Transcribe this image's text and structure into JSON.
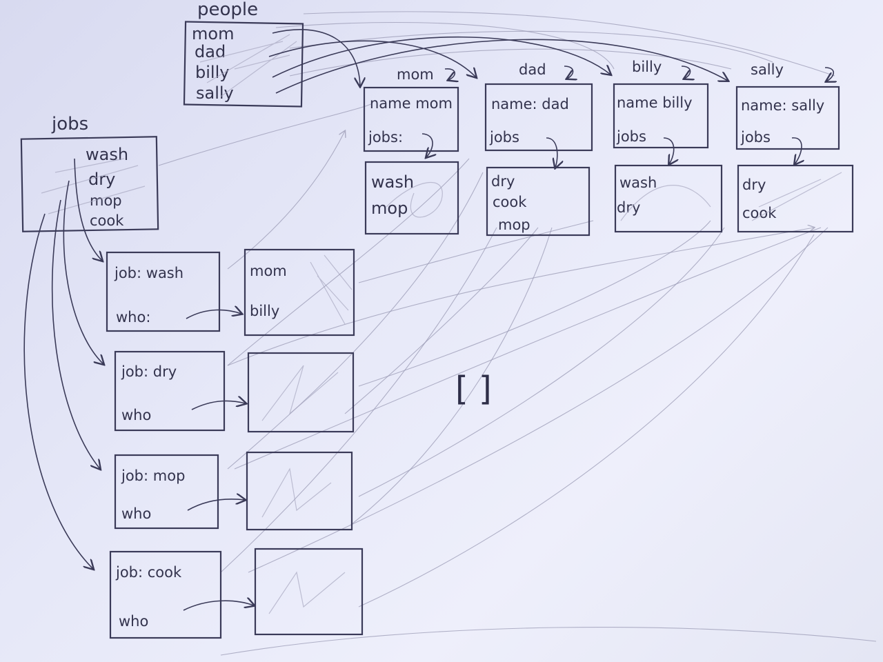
{
  "people": {
    "title": "people",
    "items": [
      "mom",
      "dad",
      "billy",
      "sally"
    ]
  },
  "jobs": {
    "title": "jobs",
    "items": [
      "wash",
      "dry",
      "mop",
      "cook"
    ]
  },
  "persons": [
    {
      "header": "mom",
      "name_line": "name mom",
      "jobs_label": "jobs:",
      "jobs": [
        "wash",
        "mop"
      ]
    },
    {
      "header": "dad",
      "name_line": "name: dad",
      "jobs_label": "jobs",
      "jobs": [
        "dry",
        "cook",
        "mop"
      ]
    },
    {
      "header": "billy",
      "name_line": "name billy",
      "jobs_label": "jobs",
      "jobs": [
        "wash",
        "dry"
      ]
    },
    {
      "header": "sally",
      "name_line": "name: sally",
      "jobs_label": "jobs",
      "jobs": [
        "dry",
        "cook"
      ]
    }
  ],
  "job_records": [
    {
      "job_line": "job: wash",
      "who_label": "who:",
      "who": [
        "mom",
        "billy"
      ]
    },
    {
      "job_line": "job: dry",
      "who_label": "who",
      "who": []
    },
    {
      "job_line": "job: mop",
      "who_label": "who",
      "who": []
    },
    {
      "job_line": "job: cook",
      "who_label": "who",
      "who": []
    }
  ],
  "empty_array": "[ ]"
}
